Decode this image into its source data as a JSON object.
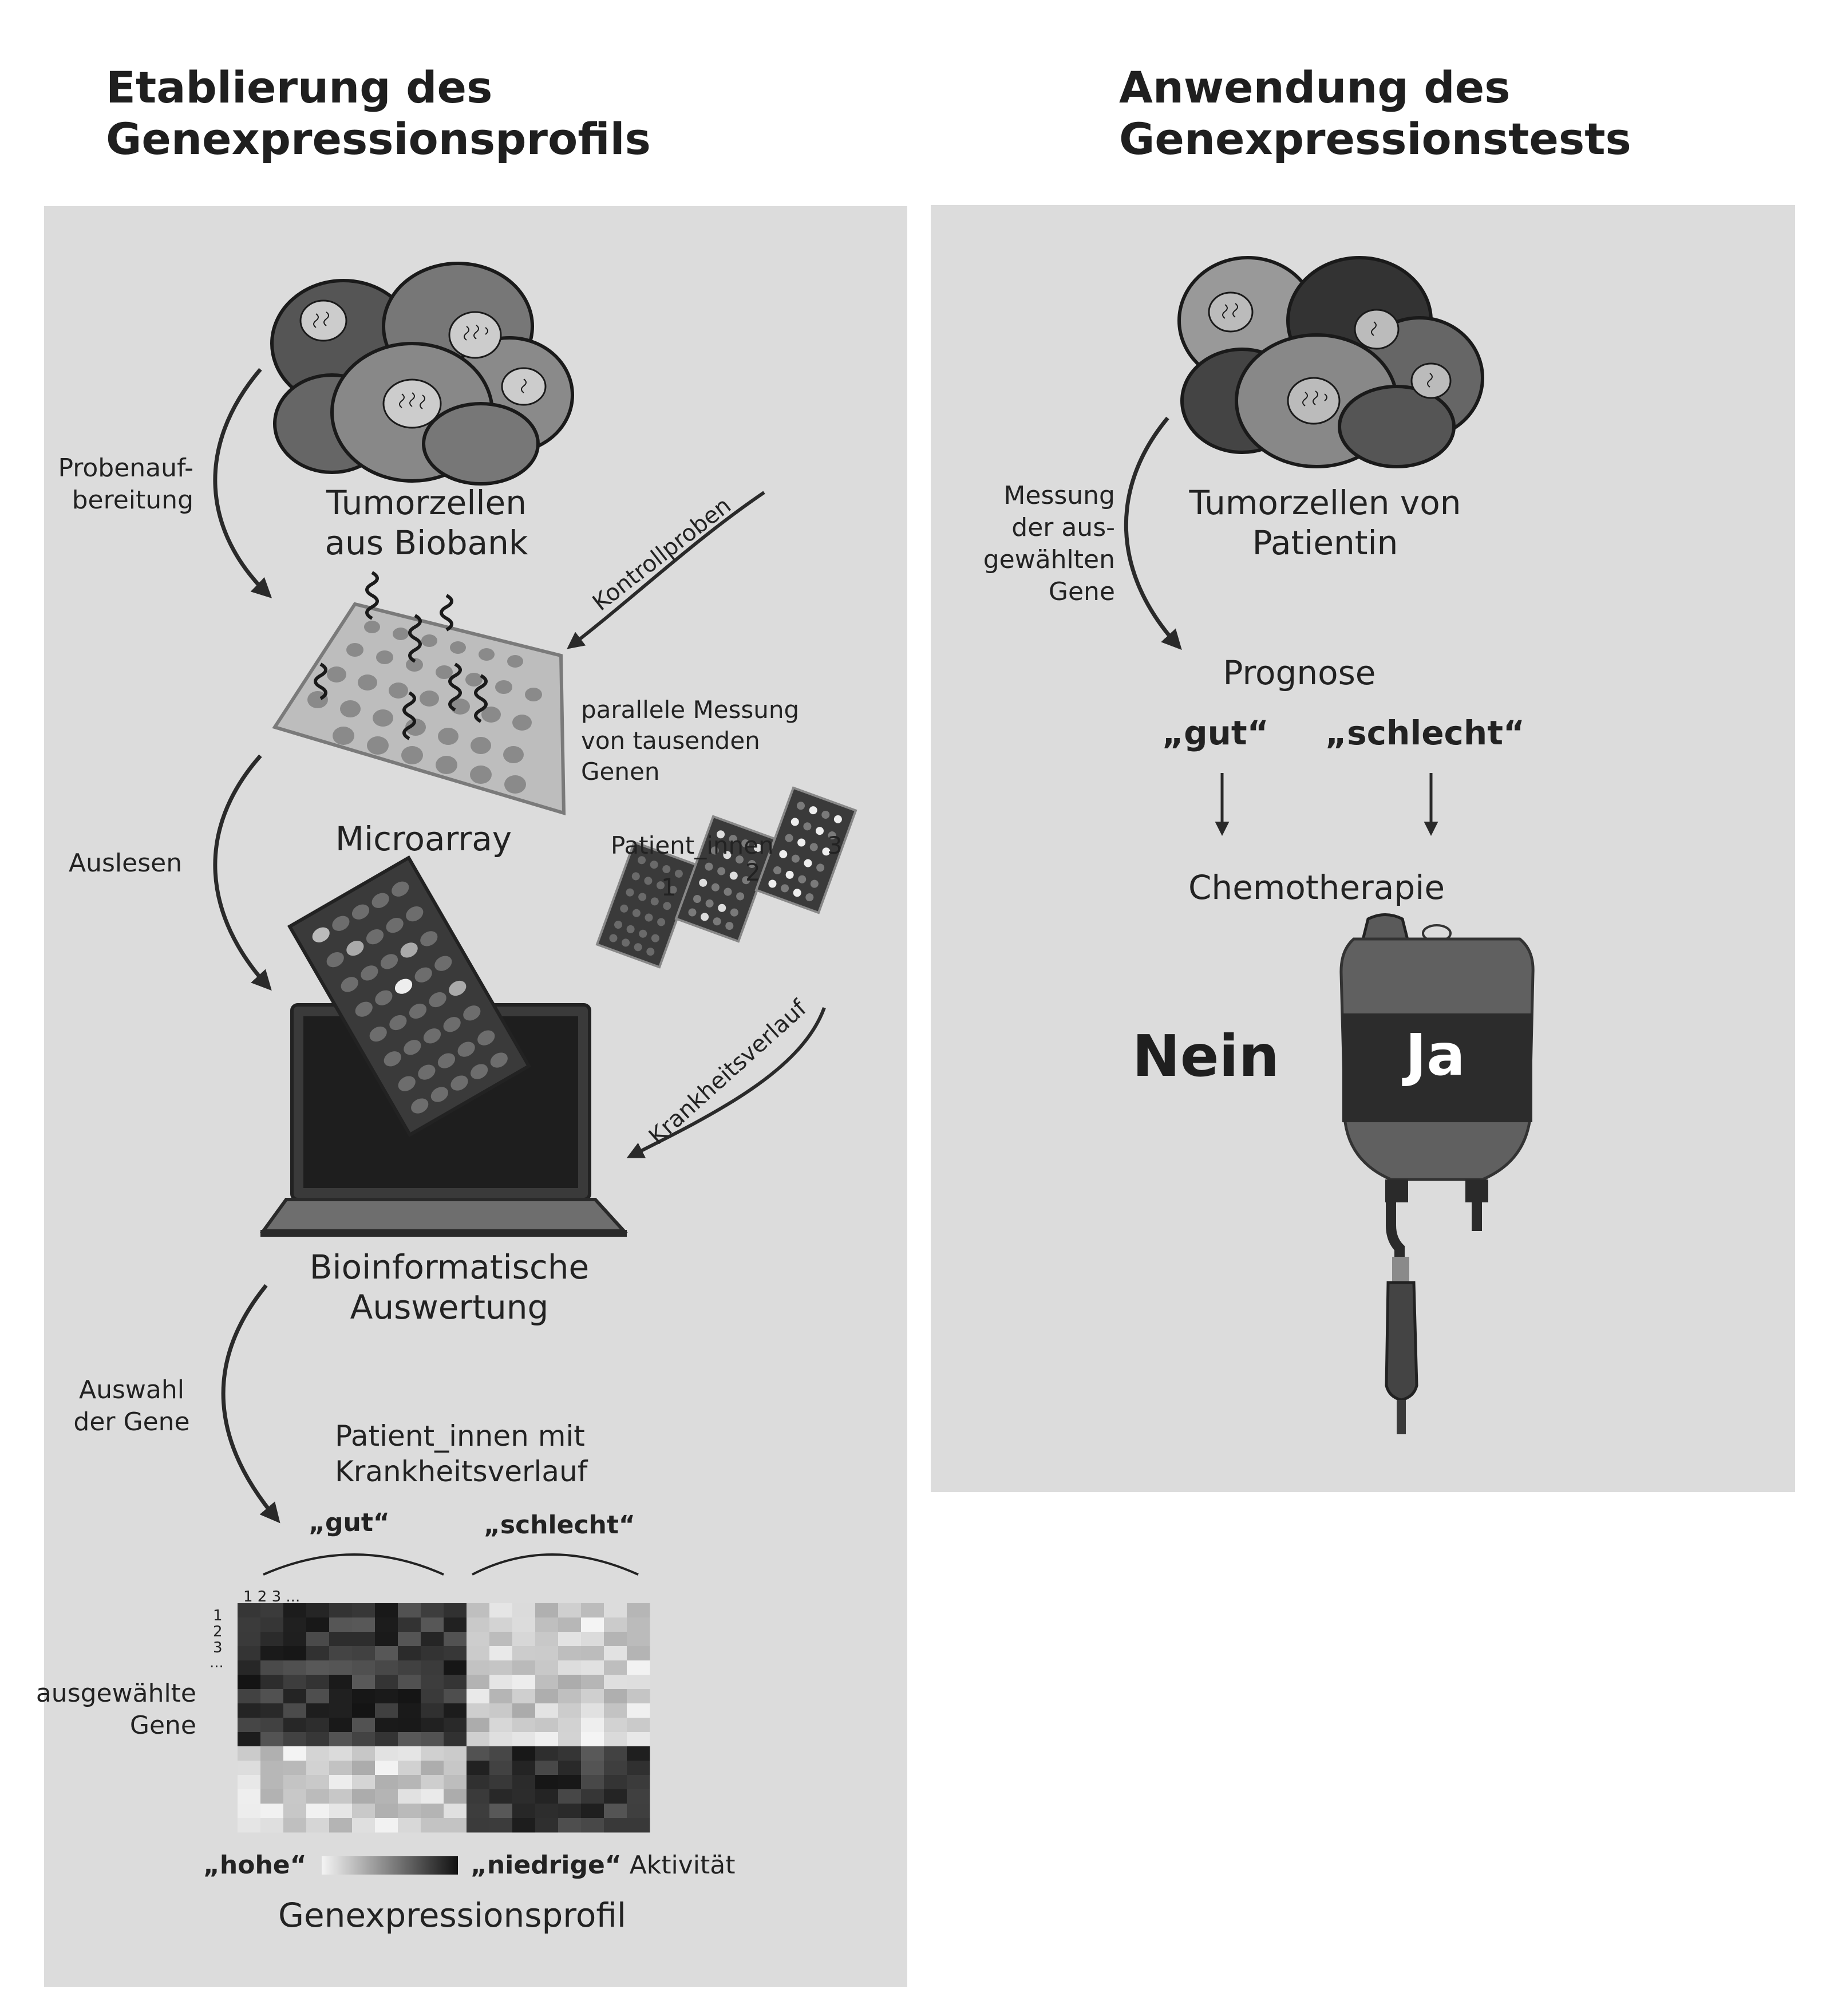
{
  "left": {
    "title_line1": "Etablierung des",
    "title_line2": "Genexpressionsprofils",
    "tumor_line1": "Tumorzellen",
    "tumor_line2": "aus Biobank",
    "probe_line1": "Probenauf-",
    "probe_line2": "bereitung",
    "kontroll": "Kontrollproben",
    "parallel_line1": "parallele Messung",
    "parallel_line2": "von tausenden",
    "parallel_line3": "Genen",
    "microarray": "Microarray",
    "auslesen": "Auslesen",
    "patients_label": "Patient_innen",
    "patient_1": "1",
    "patient_2": "2",
    "patient_3": "3",
    "krankheit": "Krankheitsverlauf",
    "bio_line1": "Bioinformatische",
    "bio_line2": "Auswertung",
    "auswahl_line1": "Auswahl",
    "auswahl_line2": "der Gene",
    "pm_line1": "Patient_innen mit",
    "pm_line2": "Krankheitsverlauf",
    "gut": "„gut“",
    "schlecht": "„schlecht“",
    "col_numbers": "1 2  3 ...",
    "row_1": "1",
    "row_2": "2",
    "row_3": "3",
    "row_dots": "...",
    "genes_line1": "ausgewählte",
    "genes_line2": "Gene",
    "hohe": "„hohe“",
    "niedrige": "„niedrige“",
    "aktivitaet": "Aktivität",
    "profil": "Genexpressionsprofil"
  },
  "right": {
    "title_line1": "Anwendung des",
    "title_line2": "Genexpressionstests",
    "tumor_line1": "Tumorzellen von",
    "tumor_line2": "Patientin",
    "mess_line1": "Messung",
    "mess_line2": "der aus-",
    "mess_line3": "gewählten",
    "mess_line4": "Gene",
    "prognose": "Prognose",
    "gut": "„gut“",
    "schlecht": "„schlecht“",
    "chemo": "Chemotherapie",
    "nein": "Nein",
    "ja": "Ja"
  },
  "colors": {
    "panel": "#dcdcdc",
    "dark": "#1f1f1f",
    "arrow": "#2a2a2a"
  }
}
